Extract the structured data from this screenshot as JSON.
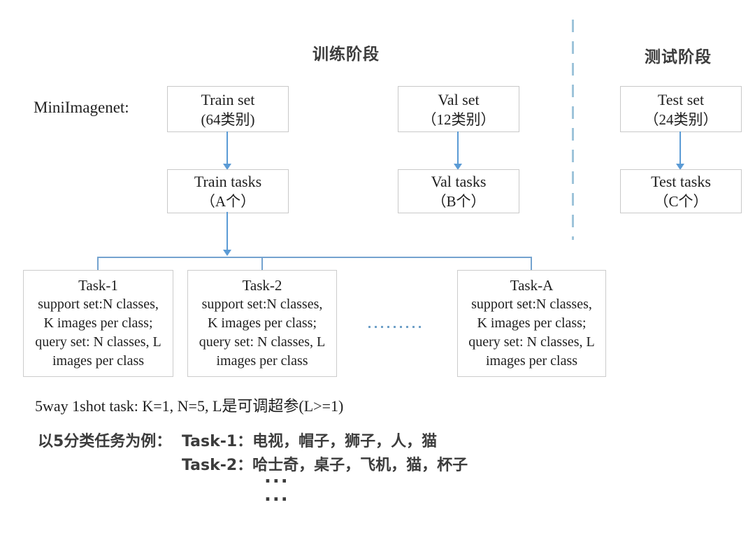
{
  "colors": {
    "arrow_blue": "#5b9bd5",
    "branch_line_blue": "#74a3cf",
    "dashed_divider_blue": "#9ec4da",
    "box_border_gray": "#c9c9c9",
    "text_dark": "#1e1e1e"
  },
  "headers": {
    "train_phase": "训练阶段",
    "test_phase": "测试阶段"
  },
  "dataset_label": "MiniImagenet:",
  "set_boxes": [
    {
      "line1": "Train set",
      "line2": "(64类别)"
    },
    {
      "line1": "Val set",
      "line2": "（12类别）"
    },
    {
      "line1": "Test set",
      "line2": "（24类别）"
    }
  ],
  "task_boxes": [
    {
      "line1": "Train tasks",
      "line2": "（A个）"
    },
    {
      "line1": "Val tasks",
      "line2": "（B个）"
    },
    {
      "line1": "Test tasks",
      "line2": "（C个）"
    }
  ],
  "task_cards": [
    {
      "title": "Task-1",
      "l1": "support set:N classes,",
      "l2": "K images per class;",
      "l3": "query set: N classes, L",
      "l4": "images per class"
    },
    {
      "title": "Task-2",
      "l1": "support set:N classes,",
      "l2": "K images per class;",
      "l3": "query set: N classes, L",
      "l4": "images per class"
    },
    {
      "title": "Task-A",
      "l1": "support set:N classes,",
      "l2": "K images per class;",
      "l3": "query set: N classes, L",
      "l4": "images per class"
    }
  ],
  "notes": {
    "hyperparam": "5way 1shot task: K=1, N=5, L是可调超参(L>=1)",
    "example_label": "以5分类任务为例：",
    "example_task1": "Task-1：电视，帽子，狮子，人，猫",
    "example_task2": "Task-2：哈士奇，桌子，飞机，猫，杯子",
    "ellipsis1": "...",
    "ellipsis2": "..."
  }
}
